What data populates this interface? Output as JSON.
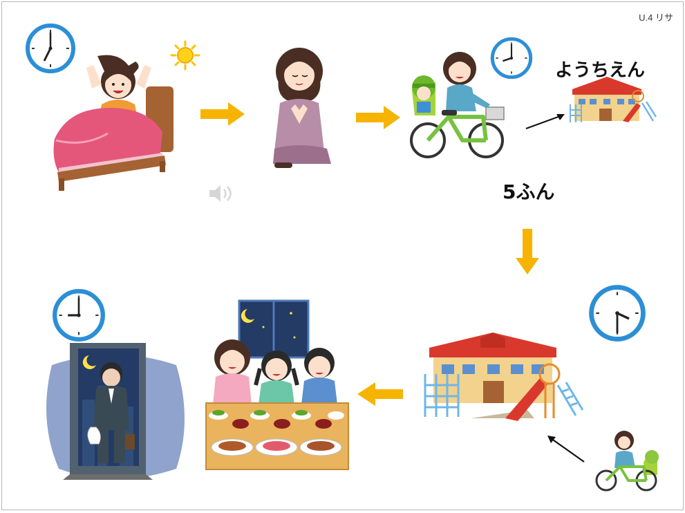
{
  "header": {
    "corner_label": "U.4 リサ"
  },
  "labels": {
    "kindergarten": "ようちえん",
    "duration": "5ふん"
  },
  "icons": [
    "clock-icon",
    "sun-icon",
    "speaker-icon",
    "arrow-right-icon",
    "arrow-down-icon",
    "arrow-left-icon",
    "moon-icon"
  ],
  "colors": {
    "arrow": "#f6b400",
    "clock_ring": "#2c8fd6",
    "bed": "#e4577b",
    "bed_frame": "#9a5a2d",
    "school_roof": "#d9392c",
    "school_wall": "#f2d28c",
    "night_sky": "#243b66",
    "table": "#e9b45d"
  },
  "steps": [
    "wake-up",
    "prayer",
    "bike-ride",
    "kindergarten",
    "kindergarten-pickup",
    "family-dinner",
    "father-returns"
  ]
}
